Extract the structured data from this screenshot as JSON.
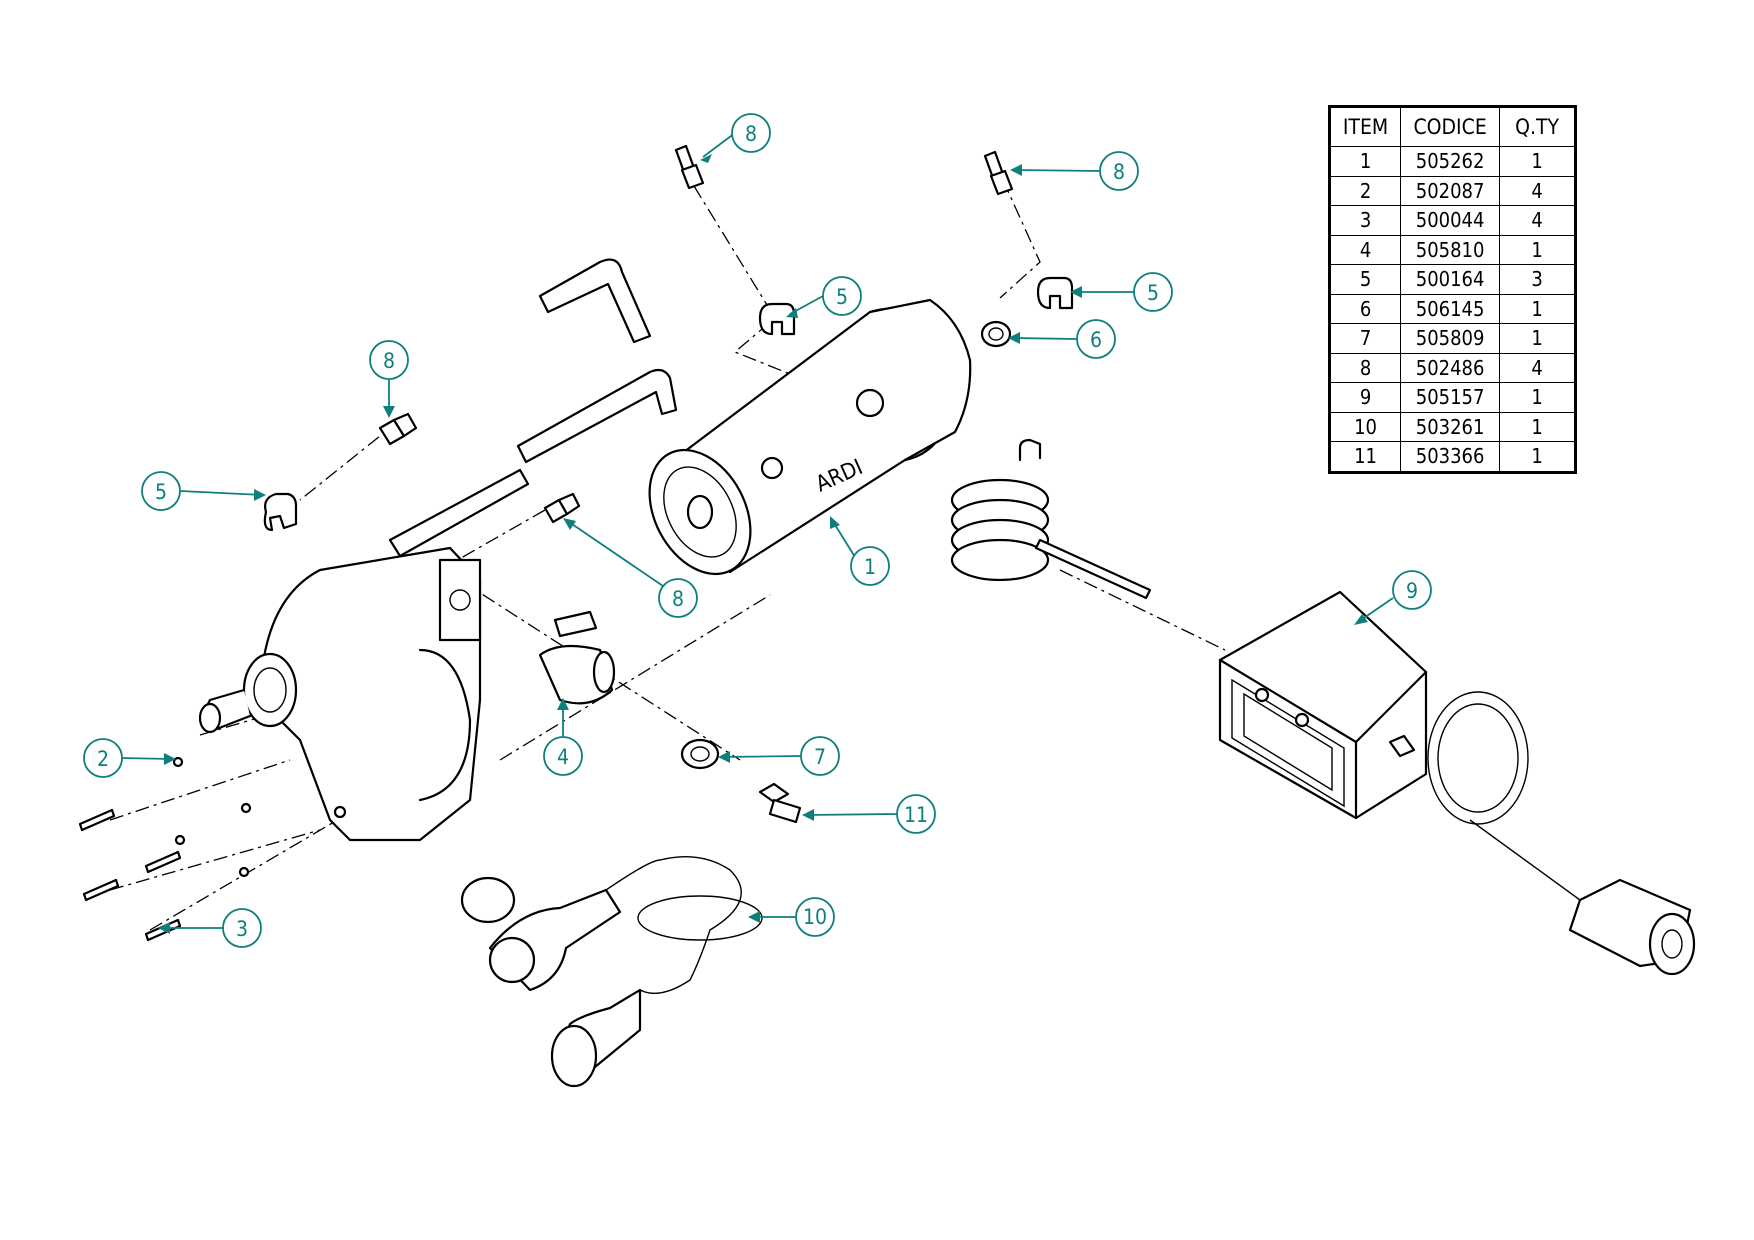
{
  "bom_table": {
    "headers": [
      "ITEM",
      "CODICE",
      "Q.TY"
    ],
    "rows": [
      [
        "1",
        "505262",
        "1"
      ],
      [
        "2",
        "502087",
        "4"
      ],
      [
        "3",
        "500044",
        "4"
      ],
      [
        "4",
        "505810",
        "1"
      ],
      [
        "5",
        "500164",
        "3"
      ],
      [
        "6",
        "506145",
        "1"
      ],
      [
        "7",
        "505809",
        "1"
      ],
      [
        "8",
        "502486",
        "4"
      ],
      [
        "9",
        "505157",
        "1"
      ],
      [
        "10",
        "503261",
        "1"
      ],
      [
        "11",
        "503366",
        "1"
      ]
    ]
  },
  "motor_logo": "ARDI",
  "callouts": [
    {
      "label": "8",
      "part": "fitting-top-left"
    },
    {
      "label": "8",
      "part": "fitting-top-right"
    },
    {
      "label": "5",
      "part": "elbow-center"
    },
    {
      "label": "5",
      "part": "elbow-right"
    },
    {
      "label": "6",
      "part": "nut"
    },
    {
      "label": "8",
      "part": "fitting-left"
    },
    {
      "label": "5",
      "part": "elbow-left"
    },
    {
      "label": "8",
      "part": "fitting-mid"
    },
    {
      "label": "1",
      "part": "motor"
    },
    {
      "label": "9",
      "part": "control-box"
    },
    {
      "label": "2",
      "part": "washer"
    },
    {
      "label": "4",
      "part": "ball-valve"
    },
    {
      "label": "7",
      "part": "clamp"
    },
    {
      "label": "11",
      "part": "connector"
    },
    {
      "label": "3",
      "part": "screw"
    },
    {
      "label": "10",
      "part": "extension-cable"
    }
  ],
  "colors": {
    "callout": "#0f7f7c",
    "line": "#000000",
    "background": "#ffffff"
  }
}
